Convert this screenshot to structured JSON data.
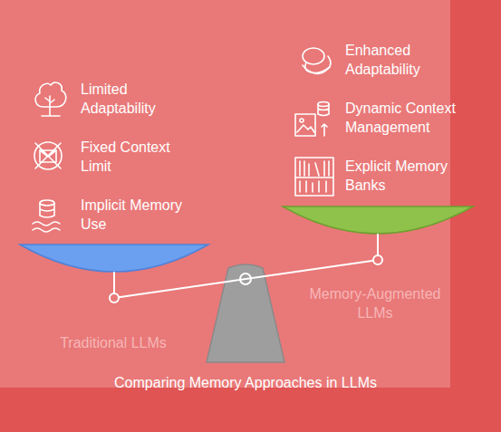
{
  "diagram": {
    "title": "Comparing Memory Approaches in LLMs",
    "nodes": [
      {
        "text": [
          "Limited Adaptability",
          "Fixed Context Limit",
          "Implicit Memory Use"
        ]
      },
      {
        "text": [
          "Enhanced Adaptability",
          "Dynamic Context Management",
          "Explicit Memory Banks"
        ]
      }
    ],
    "edges": [
      {
        "from": 0,
        "to": 1,
        "arrow": "none"
      }
    ],
    "labels": [
      "Traditional LLMs",
      "Memory-Augmented LLMs"
    ]
  }
}
